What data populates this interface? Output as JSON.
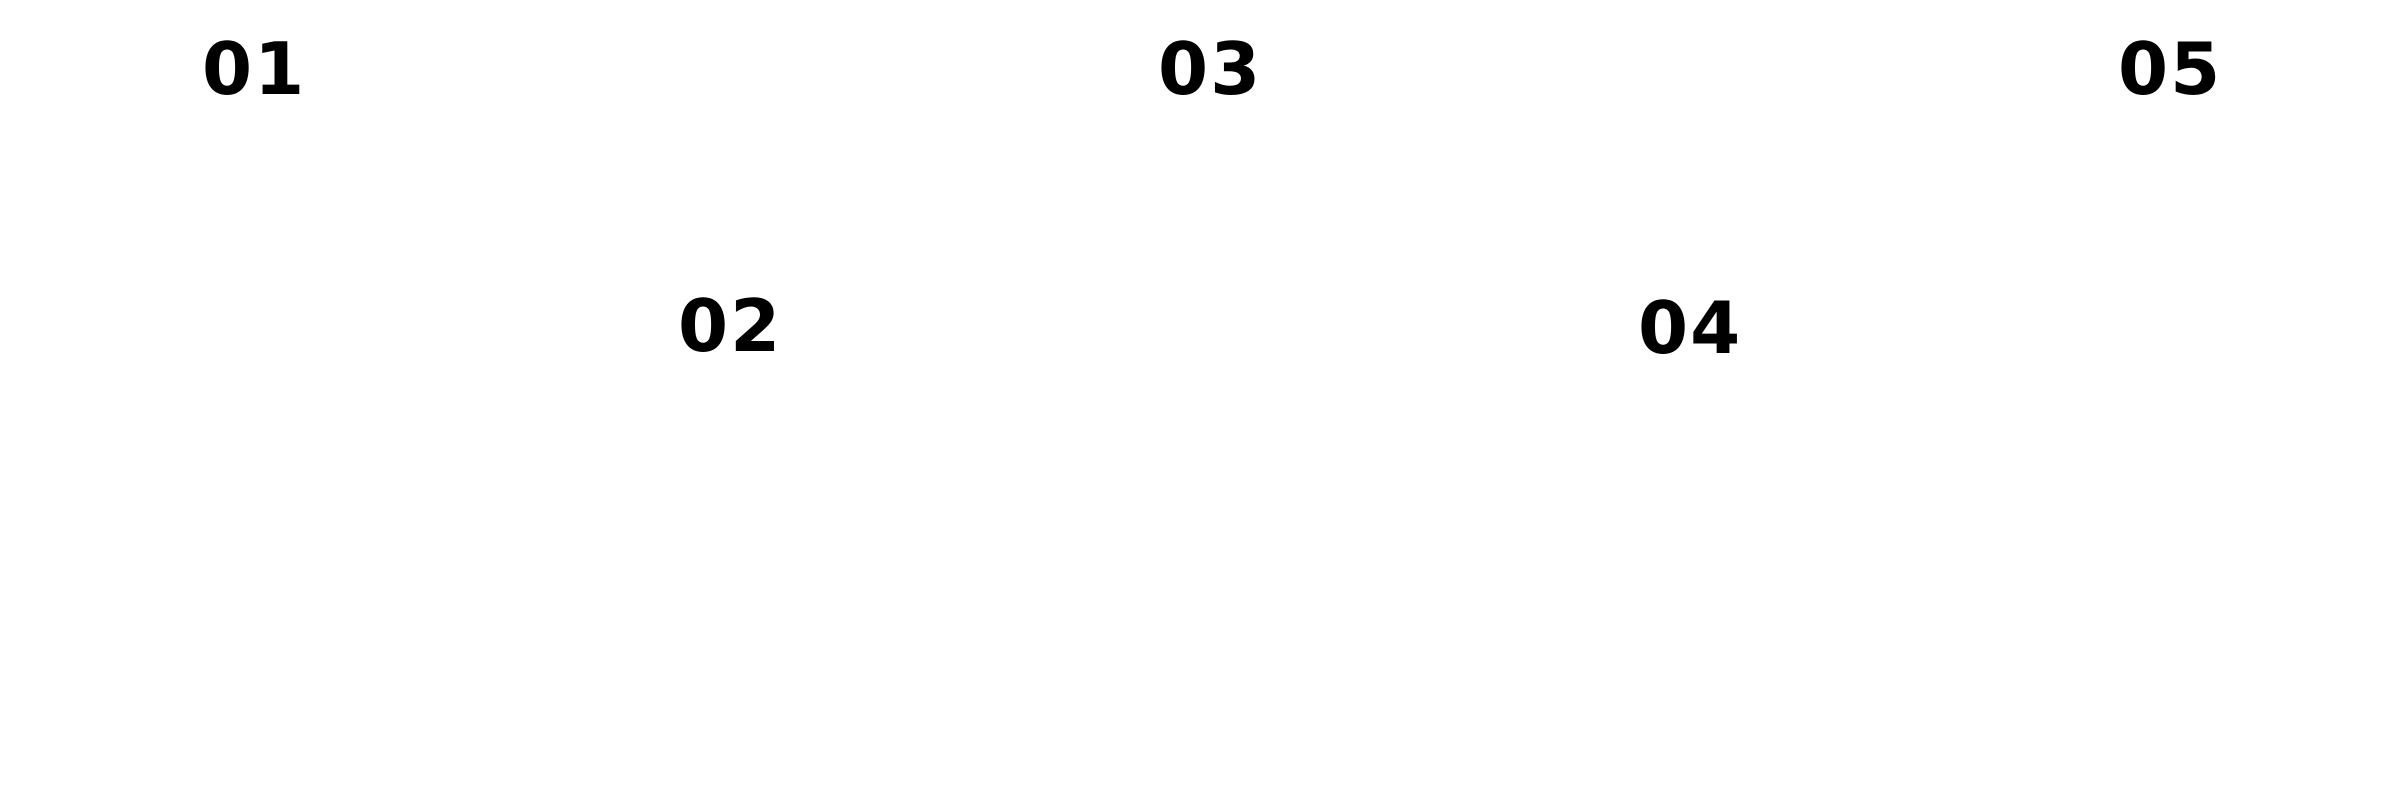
{
  "steps": [
    {
      "label": "01"
    },
    {
      "label": "02"
    },
    {
      "label": "03"
    },
    {
      "label": "04"
    },
    {
      "label": "05"
    }
  ],
  "colors": {
    "background": "#ffffff",
    "text": "#000000"
  }
}
